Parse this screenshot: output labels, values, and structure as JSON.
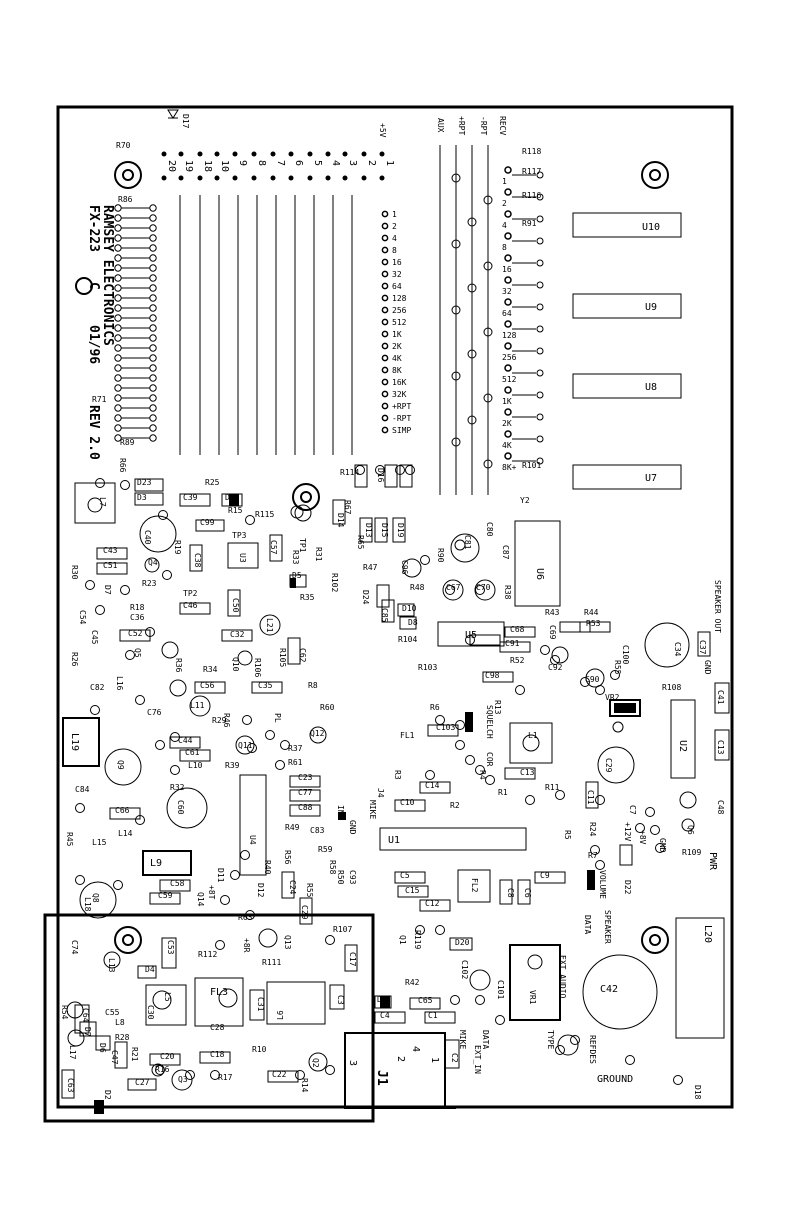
{
  "board": {
    "title": "RAMSEY ELECTRONICS",
    "model": "FX-223",
    "copyright": "C",
    "date": "01/96",
    "rev": "REV 2.0"
  },
  "top_header": {
    "supply": "+5V",
    "columns": [
      "AUX",
      "+RPT",
      "-RPT",
      "RECV"
    ],
    "diode_label": "D17",
    "r70": "R70"
  },
  "dip_pins": [
    "20",
    "19",
    "18",
    "10",
    "9",
    "8",
    "7",
    "6",
    "5",
    "4",
    "3",
    "2",
    "1"
  ],
  "binary_left": [
    "1",
    "2",
    "4",
    "8",
    "16",
    "32",
    "64",
    "128",
    "256",
    "512",
    "1K",
    "2K",
    "4K",
    "8K",
    "16K",
    "32K",
    "+RPT",
    "-RPT",
    "SIMP"
  ],
  "binary_right": [
    "1",
    "2",
    "4",
    "8",
    "16",
    "32",
    "64",
    "128",
    "256",
    "512",
    "1K",
    "2K",
    "4K",
    "8K+"
  ],
  "resistor_right": [
    "R118",
    "R117",
    "R116",
    "R91",
    "R101"
  ],
  "ics": [
    "U10",
    "U9",
    "U8",
    "U7",
    "U6",
    "U5",
    "U3",
    "U4",
    "U2",
    "U1"
  ],
  "parts": {
    "R86": "R86",
    "R71": "R71",
    "R89": "R89",
    "R66": "R66",
    "R25": "R25",
    "D23": "D23",
    "D3": "D3",
    "L7": "L7",
    "C39": "C39",
    "D1": "D1",
    "R15": "R15",
    "R115": "R115",
    "TP3": "TP3",
    "C99": "C99",
    "C40": "C40",
    "C43": "C43",
    "C51": "C51",
    "R30": "R30",
    "D7": "D7",
    "R23": "R23",
    "Q4": "Q4",
    "R19": "R19",
    "C38": "C38",
    "TP2": "TP2",
    "C46": "C46",
    "R18": "R18",
    "C36": "C36",
    "C54": "C54",
    "C45": "C45",
    "C52": "C52",
    "C50": "C50",
    "C32": "C32",
    "L21": "L21",
    "R26": "R26",
    "Q5": "Q5",
    "C82": "C82",
    "L16": "L16",
    "C56": "C56",
    "C35": "C35",
    "R8": "R8",
    "C76": "C76",
    "L11": "L11",
    "R29": "R29",
    "R46": "R46",
    "R60": "R60",
    "L19": "L19",
    "C44": "C44",
    "C61": "C61",
    "Q11": "Q11",
    "Q12": "Q12",
    "R37": "R37",
    "Q9": "Q9",
    "L10": "L10",
    "R39": "R39",
    "R61": "R61",
    "R32": "R32",
    "C23": "C23",
    "C77": "C77",
    "C60": "C60",
    "C84": "C84",
    "C66": "C66",
    "C88": "C88",
    "R45": "R45",
    "L14": "L14",
    "L15": "L15",
    "C83": "C83",
    "R49": "R49",
    "R56": "R56",
    "L9": "L9",
    "R59": "R59",
    "R58": "R58",
    "R18b": "L18",
    "Q8": "Q8",
    "C58": "C58",
    "C59": "C59",
    "D11": "D11",
    "D12": "D12",
    "R40": "R40",
    "R50": "R50",
    "C93": "C93",
    "C24": "C24",
    "R55": "R55",
    "C29": "C29",
    "R63": "R63",
    "Q13": "Q13",
    "R111": "R111",
    "R112": "R112",
    "R107": "R107",
    "C17": "C17",
    "R114": "R114",
    "D16": "D16",
    "R67": "R67",
    "D14": "D14",
    "D13": "D13",
    "D15": "D15",
    "D19": "D19",
    "R65": "R65",
    "TP1": "TP1",
    "R33": "R33",
    "R31": "R31",
    "C57": "C57",
    "D5": "D5",
    "R35": "R35",
    "R102": "R102",
    "R47": "R47",
    "D24": "D24",
    "C85": "C85",
    "R104": "R104",
    "R103": "R103",
    "R36": "R36",
    "R34": "R34",
    "Q10": "Q10",
    "R106": "R106",
    "R105": "R105",
    "C62": "C62",
    "Q6b": "Q6",
    "R90": "R90",
    "C81": "C81",
    "C80": "C80",
    "C87": "C87",
    "Y2": "Y2",
    "C96": "C96",
    "R48": "R48",
    "C67": "C67",
    "C70": "C70",
    "R38": "R38",
    "D10": "D10",
    "D8": "D8",
    "R43": "R43",
    "R44": "R44",
    "R53": "R53",
    "C68": "C68",
    "C69": "C69",
    "C91": "C91",
    "R52": "R52",
    "C92": "C92",
    "C90": "C90",
    "C100": "C100",
    "R55b": "R55",
    "C34": "C34",
    "C37": "C37",
    "R108": "R108",
    "VR2": "VR2",
    "C41": "C41",
    "C13": "C13",
    "C98": "C98",
    "R6": "R6",
    "C103": "C103",
    "R13": "R13",
    "L1": "L1",
    "FL1": "FL1",
    "R3": "R3",
    "C14": "C14",
    "R4": "R4",
    "C13b": "C13",
    "R1": "R1",
    "R11": "R11",
    "R2": "R2",
    "C10": "C10",
    "C11": "C11",
    "C7": "C7",
    "C28": "C28",
    "C48": "C48",
    "Q6": "Q6",
    "R109": "R109",
    "R5": "R5",
    "R24": "R24",
    "R7": "R7",
    "D22": "D22",
    "C5": "C5",
    "C15": "C15",
    "C12": "C12",
    "FL2": "FL2",
    "C8": "C8",
    "C6": "C6",
    "C9": "C9",
    "Q1": "Q1",
    "R119": "R119",
    "D20": "D20",
    "C102": "C102",
    "C101": "C101",
    "VR1": "VR1",
    "C42": "C42",
    "L20": "L20",
    "R42": "R42",
    "D9": "D9",
    "C65": "C65",
    "C4": "C4",
    "C1": "C1",
    "C3": "C3",
    "C2": "C2",
    "C74": "C74",
    "L13": "L13",
    "D4": "D4",
    "C53": "C53",
    "R54": "R54",
    "C64": "C64",
    "C55": "C55",
    "L8": "L8",
    "R28": "R28",
    "C30": "C30",
    "L5": "L5",
    "FL3": "FL3",
    "C28b": "C28",
    "C31": "C31",
    "L6": "L6",
    "D7b": "D7",
    "D6": "D6",
    "C47": "C47",
    "R21": "R21",
    "L17": "L17",
    "C20": "C20",
    "C18": "C18",
    "R10": "R10",
    "Q2": "Q2",
    "R16": "R16",
    "C27": "C27",
    "Q3": "Q3",
    "R17": "R17",
    "C22": "C22",
    "R14": "R14",
    "C63": "C63",
    "D2": "D2",
    "J1": "J1",
    "D18": "D18",
    "PL": "PL",
    "Q14": "Q14"
  },
  "labels": {
    "speaker_out": "SPEAKER OUT",
    "gnd": "GND",
    "squelch": "SQUELCH",
    "cor": "COR",
    "mike": "MIKE",
    "j4": "J4",
    "in": "IN",
    "gnd2": "GND",
    "plus12v": "+12V",
    "plus8v": "+8V",
    "gnd3": "GND",
    "pwr": "PWR",
    "volume": "VOLUME",
    "data": "DATA",
    "speaker": "SPEAKER",
    "ext_audio": "EXT AUDIO",
    "mike2": "MIKE",
    "data2": "DATA",
    "ext_in": "EXT_IN",
    "type": "TYPE",
    "refdes": "REFDES",
    "ground": "GROUND",
    "plus8t": "+8T",
    "plus8r": "+8R",
    "j1_pins": [
      "3",
      "2",
      "4",
      "1"
    ]
  }
}
